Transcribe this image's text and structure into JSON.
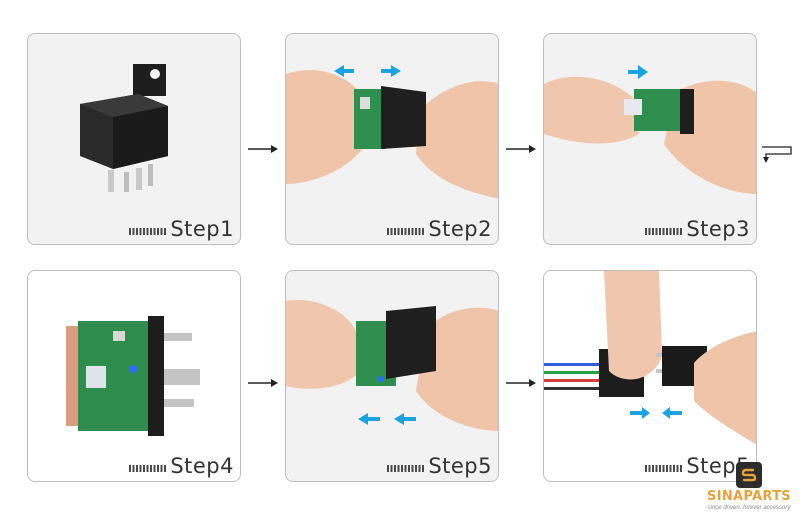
{
  "steps": [
    {
      "label": "Step1"
    },
    {
      "label": "Step2"
    },
    {
      "label": "Step3"
    },
    {
      "label": "Step4"
    },
    {
      "label": "Step5"
    },
    {
      "label": "Step5"
    }
  ],
  "logo": {
    "name": "SINAPARTS",
    "tagline": "since driven. forever accessory"
  },
  "colors": {
    "arrow_blue": "#1aa3e0",
    "relay_black": "#222222",
    "pcb_green": "#2f8f4e",
    "skin": "#f1c9b0",
    "logo_gold": "#e6a23a"
  }
}
